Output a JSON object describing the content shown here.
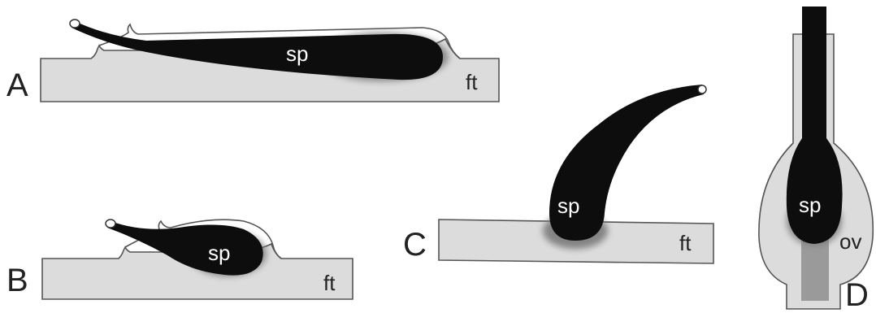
{
  "figure": {
    "panels": [
      {
        "letter": "A",
        "sperm_label": "sp",
        "tissue_label": "ft"
      },
      {
        "letter": "B",
        "sperm_label": "sp",
        "tissue_label": "ft"
      },
      {
        "letter": "C",
        "sperm_label": "sp",
        "tissue_label": "ft"
      },
      {
        "letter": "D",
        "sperm_label": "sp",
        "tissue_label": "ov"
      }
    ]
  },
  "colors": {
    "tissue_fill": "#dcdcdc",
    "tissue_dark_fill": "#9a9a9a",
    "sperm_fill": "#0d0d0d",
    "halo": "#7a7a7a",
    "outline": "#555555",
    "background": "#ffffff"
  }
}
